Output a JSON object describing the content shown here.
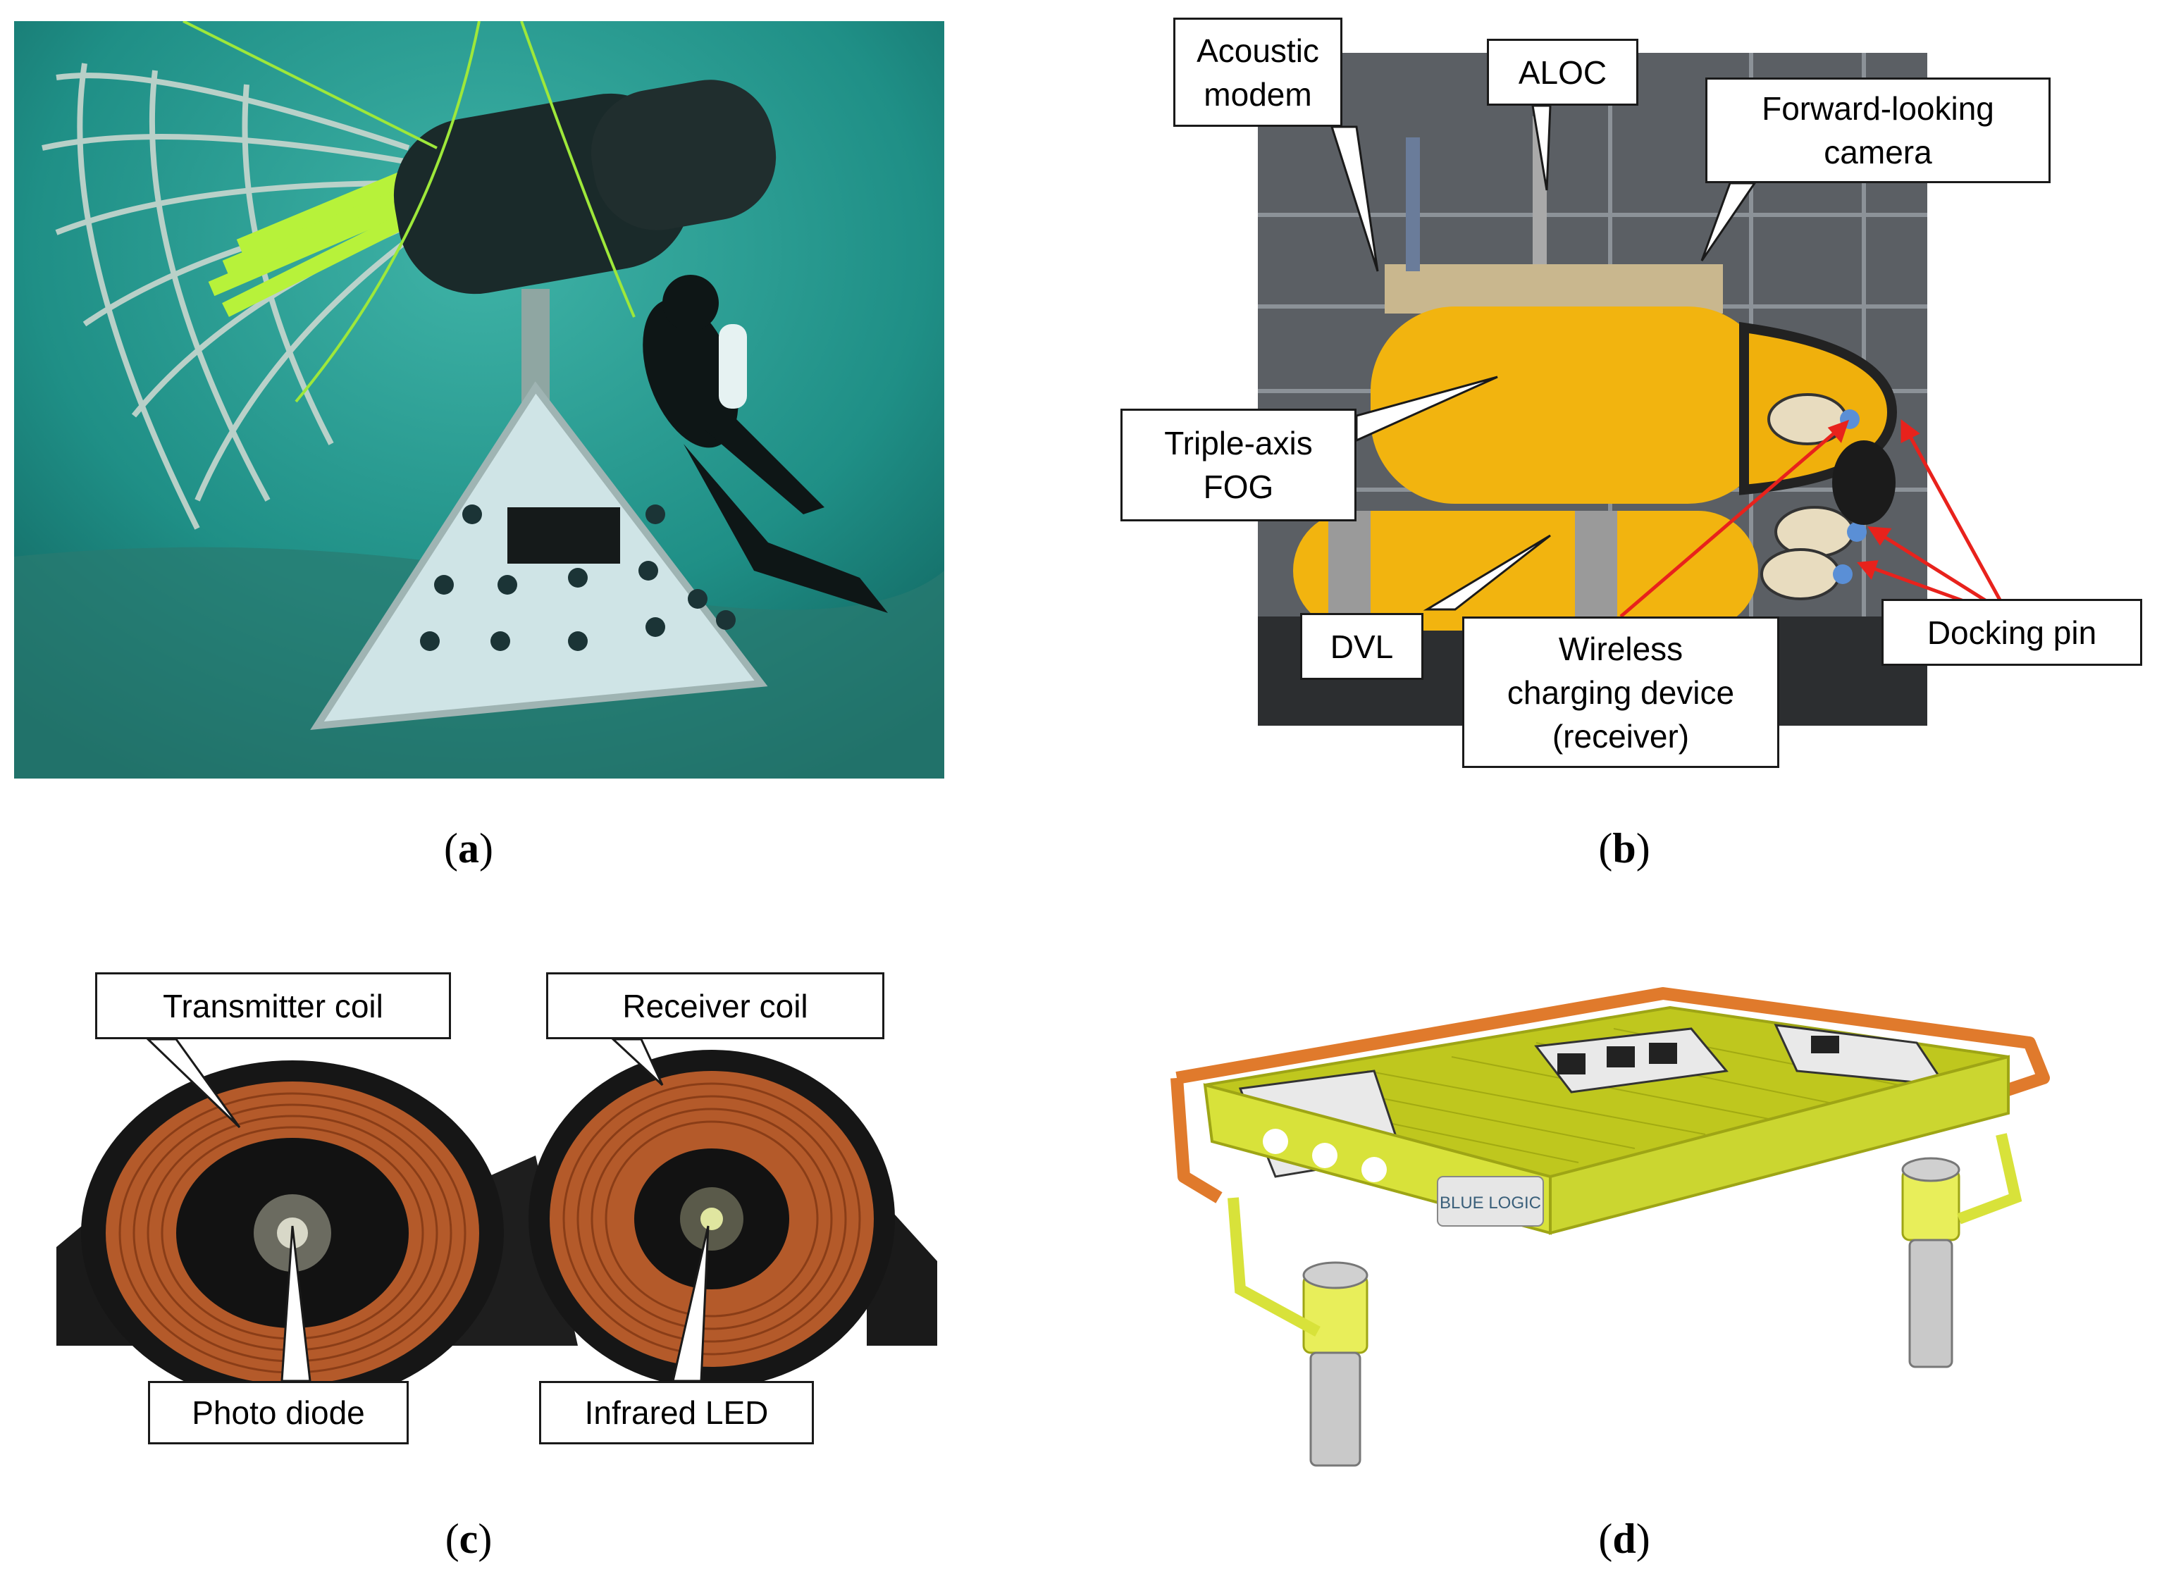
{
  "panels": {
    "a": {
      "caption": "a"
    },
    "b": {
      "caption": "b",
      "labels": {
        "acoustic_modem": "Acoustic\nmodem",
        "aloc": "ALOC",
        "forward_camera": "Forward-looking\ncamera",
        "triple_axis_fog": "Triple-axis\nFOG",
        "dvl": "DVL",
        "wireless_charging": "Wireless\ncharging device\n(receiver)",
        "docking_pin": "Docking pin"
      }
    },
    "c": {
      "caption": "c",
      "labels": {
        "transmitter_coil": "Transmitter coil",
        "receiver_coil": "Receiver coil",
        "photo_diode": "Photo diode",
        "infrared_led": "Infrared LED"
      }
    },
    "d": {
      "caption": "d",
      "logo_text": "BLUE LOGIC"
    }
  },
  "colors": {
    "underwater": "#1f8f86",
    "auv_yellow": "#f2b40f",
    "coil_copper": "#b45a2a",
    "frame_yellow": "#d8e23a",
    "rail_orange": "#e07a2c",
    "arrow_red": "#e8221c"
  }
}
